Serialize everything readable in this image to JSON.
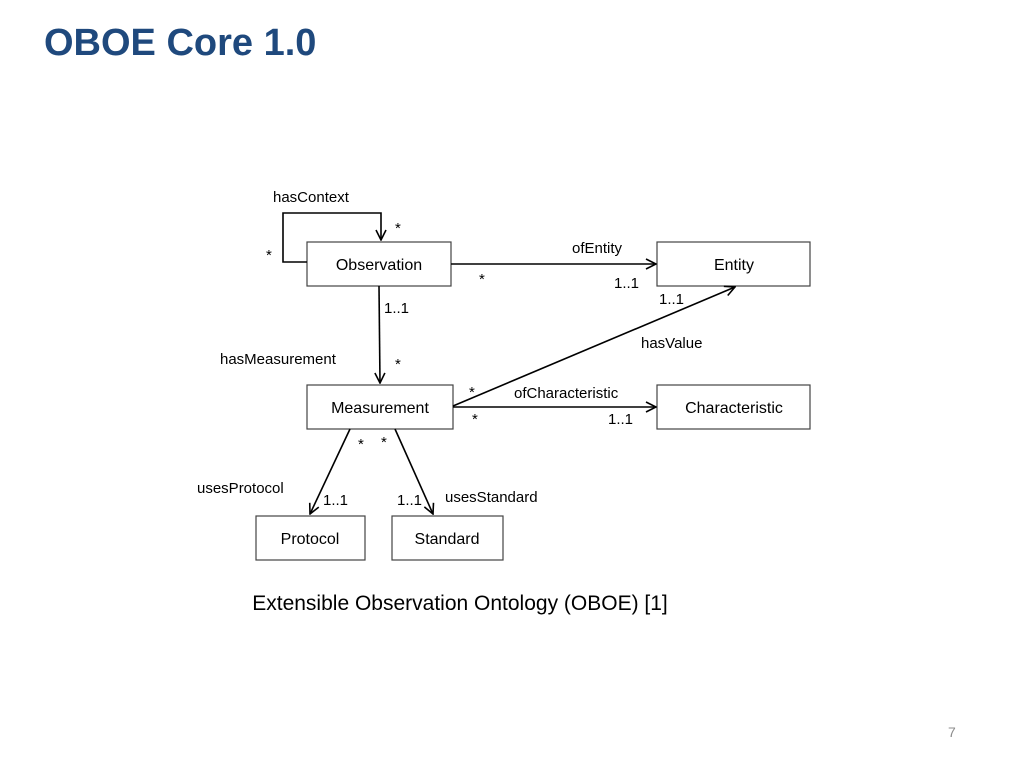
{
  "title": "OBOE Core 1.0",
  "caption": "Extensible Observation Ontology (OBOE) [1]",
  "page_number": "7",
  "colors": {
    "title": "#1F497D",
    "line": "#000000",
    "box_border": "#444444"
  },
  "nodes": {
    "observation": "Observation",
    "entity": "Entity",
    "measurement": "Measurement",
    "characteristic": "Characteristic",
    "protocol": "Protocol",
    "standard": "Standard"
  },
  "edges": {
    "has_context": {
      "label": "hasContext",
      "source_mult": "*",
      "target_mult": "*"
    },
    "of_entity": {
      "label": "ofEntity",
      "source_mult": "*",
      "target_mult": "1..1"
    },
    "has_measurement": {
      "label": "hasMeasurement",
      "source_mult": "1..1",
      "target_mult": "*"
    },
    "has_value": {
      "label": "hasValue",
      "source_mult": "*",
      "target_mult": "1..1"
    },
    "of_characteristic": {
      "label": "ofCharacteristic",
      "source_mult": "*",
      "target_mult": "1..1"
    },
    "uses_protocol": {
      "label": "usesProtocol",
      "source_mult": "*",
      "target_mult": "1..1"
    },
    "uses_standard": {
      "label": "usesStandard",
      "source_mult": "*",
      "target_mult": "1..1"
    }
  }
}
